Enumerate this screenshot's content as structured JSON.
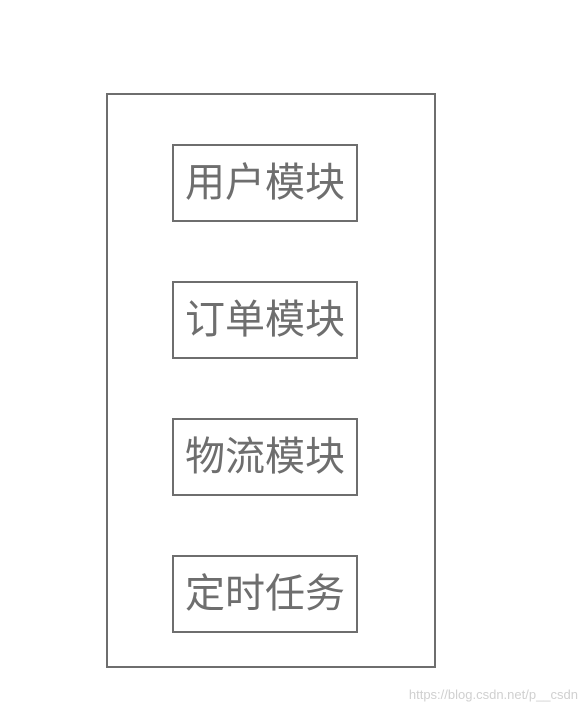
{
  "modules": [
    {
      "label": "用户模块"
    },
    {
      "label": "订单模块"
    },
    {
      "label": "物流模块"
    },
    {
      "label": "定时任务"
    }
  ],
  "watermark": "https://blog.csdn.net/p__csdn",
  "colors": {
    "stroke": "#6e6e6e",
    "text": "#6e6e6e",
    "background": "#ffffff"
  }
}
